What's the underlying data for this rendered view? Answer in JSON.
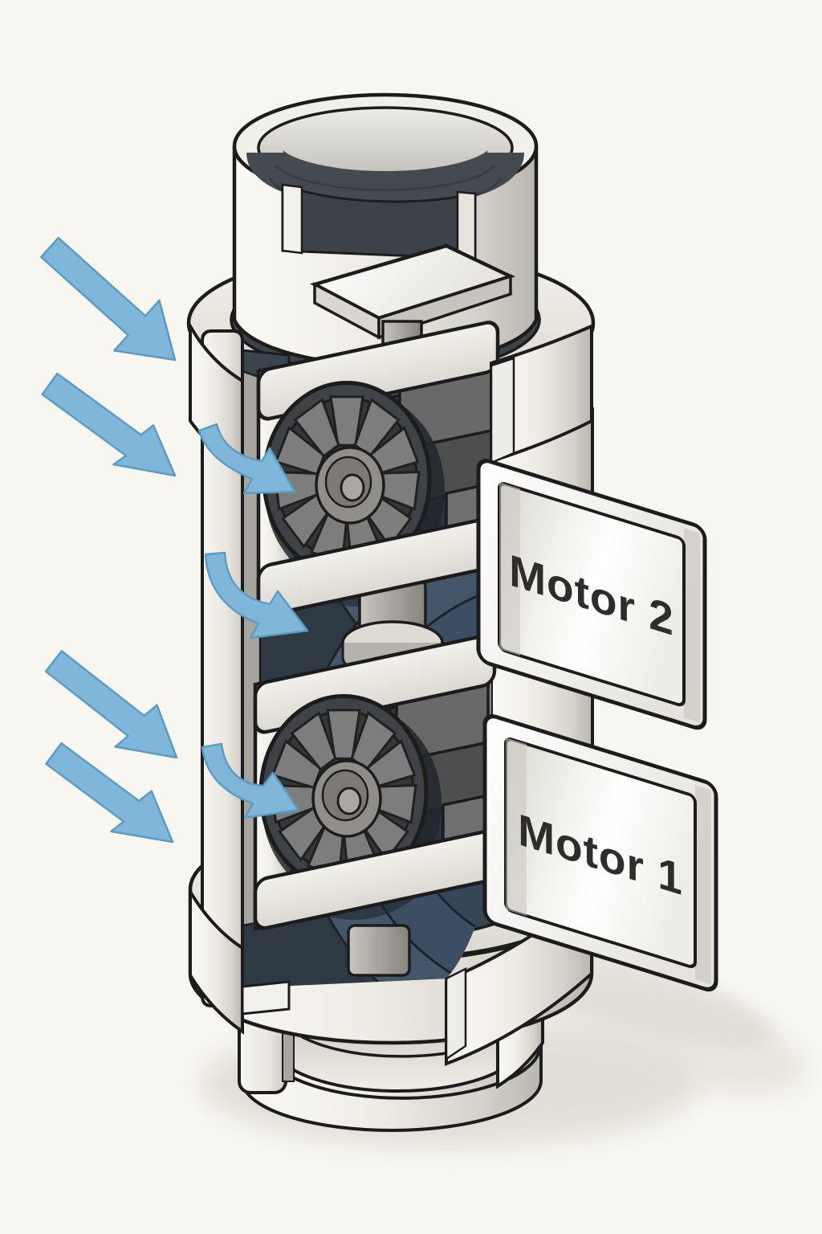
{
  "illustration": {
    "kind": "technical-cutaway-diagram",
    "subject": "dual-motor inline fan unit with airflow cutaway",
    "labels": {
      "motor2": "Motor 2",
      "motor1": "Motor 1"
    },
    "colors": {
      "background": "#f8f6f1",
      "outline": "#1c1c1c",
      "arrow_blue": "#7fb6d9",
      "arrow_blue_edge": "#5d9bc1",
      "interior_dark": "#2e3943",
      "interior_scallop": "#44566a",
      "surface_light": "#f2f0ea",
      "label_text": "#2e2d2b"
    },
    "icons": [
      {
        "name": "airflow-arrow-icon",
        "meaning": "air intake direction",
        "straight_count": 4,
        "curved_count": 3
      }
    ]
  }
}
